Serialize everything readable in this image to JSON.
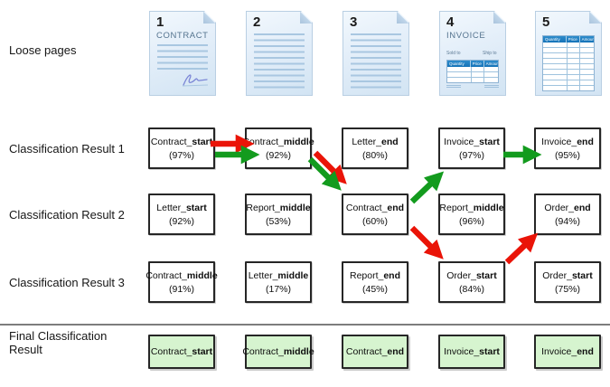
{
  "labels": {
    "loose_pages": "Loose pages",
    "row1": "Classification Result 1",
    "row2": "Classification Result 2",
    "row3": "Classification Result 3",
    "final_line1": "Final Classification",
    "final_line2": "Result"
  },
  "colors": {
    "arrow_green": "#139b1e",
    "arrow_red": "#ea1408",
    "final_box_fill": "#d6f4cf",
    "page_table_header": "#1b7ec2",
    "page_fill": "#e3eef9",
    "separator": "#7d7d7d"
  },
  "pages": {
    "p1": {
      "num": "1",
      "title": "CONTRACT"
    },
    "p2": {
      "num": "2"
    },
    "p3": {
      "num": "3"
    },
    "p4": {
      "num": "4",
      "title": "INVOICE",
      "sold_to": "Sold to",
      "ship_to": "Ship to",
      "col1": "Quantity",
      "col2": "Price",
      "col3": "Amount"
    },
    "p5": {
      "num": "5",
      "col1": "Quantity",
      "col2": "Price",
      "col3": "Amount"
    }
  },
  "row1": {
    "c1": {
      "pre": "Contract_",
      "suf": "start",
      "pct": "(97%)"
    },
    "c2": {
      "pre": "Contract_",
      "suf": "middle",
      "pct": "(92%)"
    },
    "c3": {
      "pre": "Letter_",
      "suf": "end",
      "pct": "(80%)"
    },
    "c4": {
      "pre": "Invoice_",
      "suf": "start",
      "pct": "(97%)"
    },
    "c5": {
      "pre": "Invoice_",
      "suf": "end",
      "pct": "(95%)"
    }
  },
  "row2": {
    "c1": {
      "pre": "Letter_",
      "suf": "start",
      "pct": "(92%)"
    },
    "c2": {
      "pre": "Report_",
      "suf": "middle",
      "pct": "(53%)"
    },
    "c3": {
      "pre": "Contract_",
      "suf": "end",
      "pct": "(60%)"
    },
    "c4": {
      "pre": "Report_",
      "suf": "middle",
      "pct": "(96%)"
    },
    "c5": {
      "pre": "Order_",
      "suf": "end",
      "pct": "(94%)"
    }
  },
  "row3": {
    "c1": {
      "pre": "Contract_",
      "suf": "middle",
      "pct": "(91%)"
    },
    "c2": {
      "pre": "Letter_",
      "suf": "middle",
      "pct": "(17%)"
    },
    "c3": {
      "pre": "Report_",
      "suf": "end",
      "pct": "(45%)"
    },
    "c4": {
      "pre": "Order_",
      "suf": "start",
      "pct": "(84%)"
    },
    "c5": {
      "pre": "Order_",
      "suf": "start",
      "pct": "(75%)"
    }
  },
  "final": {
    "c1": {
      "pre": "Contract_",
      "suf": "start"
    },
    "c2": {
      "pre": "Contract_",
      "suf": "middle"
    },
    "c3": {
      "pre": "Contract_",
      "suf": "end"
    },
    "c4": {
      "pre": "Invoice_",
      "suf": "start"
    },
    "c5": {
      "pre": "Invoice_",
      "suf": "end"
    }
  },
  "arrows": [
    {
      "from": "result1-col1",
      "to": "result1-col2",
      "color": "red"
    },
    {
      "from": "result1-col1",
      "to": "result1-col2",
      "color": "green"
    },
    {
      "from": "result1-col2",
      "to": "result2-col3",
      "color": "red"
    },
    {
      "from": "result1-col2",
      "to": "result2-col3",
      "color": "green"
    },
    {
      "from": "result2-col3",
      "to": "result1-col4",
      "color": "green"
    },
    {
      "from": "result2-col3",
      "to": "result3-col4",
      "color": "red"
    },
    {
      "from": "result3-col4",
      "to": "result2-col5",
      "color": "red"
    },
    {
      "from": "result1-col4",
      "to": "result1-col5",
      "color": "green"
    }
  ]
}
